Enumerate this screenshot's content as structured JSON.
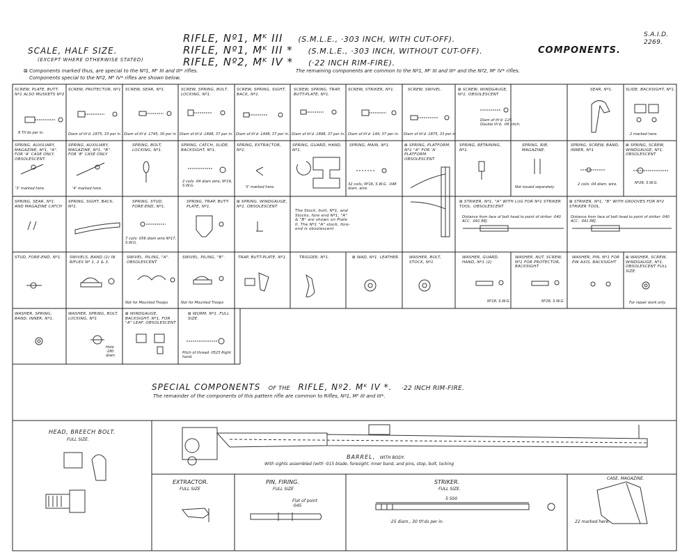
{
  "header": {
    "scale": "SCALE, HALF SIZE.",
    "scale_note": "(EXCEPT WHERE OTHERWISE STATED)",
    "title1": "RIFLE, Nº1, Mᴷ III",
    "title1_sub": "(S.M.L.E., ·303 INCH, WITH CUT-OFF).",
    "title2": "RIFLE, Nº1, Mᴷ III *",
    "title2_sub": "(S.M.L.E., ·303 INCH, WITHOUT CUT-OFF).",
    "title3": "RIFLE, Nº2, Mᴷ IV *",
    "title3_sub": "(·22 INCH RIM-FIRE).",
    "components": "COMPONENTS.",
    "said": "S.A.I.D.",
    "number": "2269.",
    "note1": "⊠ Components marked thus, are special to the Nº1, Mᴷ III and III* rifles.",
    "note1b": "The remaining components are common to the Nº1, Mᴷ III and III* and the Nº2, Mᴷ IV* rifles.",
    "note2": "Components special to the Nº2, Mᴷ IV* rifles are shown below."
  },
  "grid_rows": [
    [
      {
        "label": "SCREW, PLATE, BUTT, Nº1 also Muskets Nº2",
        "note": "8 Th'ds per in."
      },
      {
        "label": "SCREW, PROTECTOR, Nº1",
        "note": "Diam of th'd ·1875, 33 per in"
      },
      {
        "label": "SCREW, SEAR, Nº1.",
        "note": "Diam of th'd ·1745, 30 per in"
      },
      {
        "label": "SCREW, SPRING, BOLT, LOCKING, Nº1.",
        "note": "Diam of th'd ·1698, 37 per in."
      },
      {
        "label": "SCREW, SPRING, SIGHT, BACK, Nº1.",
        "note": "Diam of th'd ·1448, 37 per in."
      },
      {
        "label": "SCREW, SPRING, TRAP, BUTT-PLATE, Nº1.",
        "note": "Diam of th'd ·1698, 37 per in."
      },
      {
        "label": "SCREW, STRIKER, Nº1.",
        "note": "Diam of th'd ·144, 37 per in."
      },
      {
        "label": "SCREW, SWIVEL.",
        "note": "Diam of th'd ·1875, 33 per in"
      },
      {
        "label": "⊠ SCREW, WINDGAUGE, Nº1. Obsolescent",
        "note": "Diam of th'd ·125. Double th'd, ·06 pitch."
      },
      {
        "label": "",
        "note": ""
      },
      {
        "label": "SEAR, Nº1.",
        "note": ""
      },
      {
        "label": "SLIDE, BACKSIGHT, Nº1.",
        "note": "2 marked here."
      }
    ],
    [
      {
        "label": "SPRING, AUXILIARY, MAGAZINE, Nº1, \"A\". For 'A' case only. Obsolescent.",
        "note": "'3' marked here."
      },
      {
        "label": "SPRING, AUXILIARY, MAGAZINE, Nº1, \"B\". For 'B' case only",
        "note": "'4' marked here."
      },
      {
        "label": "SPRING, BOLT, LOCKING, Nº1.",
        "note": ""
      },
      {
        "label": "SPRING, CATCH, SLIDE, BACKSIGHT, Nº1.",
        "note": "2 coils ·04 diam wire, Nº19, S.W.G."
      },
      {
        "label": "SPRING, EXTRACTOR, Nº1.",
        "note": "'3' marked here."
      },
      {
        "label": "SPRING, GUARD, HAND, Nº1.",
        "note": ""
      },
      {
        "label": "SPRING, MAIN, Nº1.",
        "note": "32 coils, Nº16, S.W.G. ·048 diam. wire."
      },
      {
        "label": "⊠ SPRING, PLATFORM, Nº1 \"A\" For 'A' platform. Obsolescent",
        "note": ""
      },
      {
        "label": "SPRING, RETAINING, Nº1.",
        "note": ""
      },
      {
        "label": "SPRING, RIB, MAGAZINE.",
        "note": "Not issued separately"
      },
      {
        "label": "SPRING, SCREW, BAND, INNER, Nº1",
        "note": "2 coils ·04 diam. wire."
      },
      {
        "label": "⊠ SPRING, SCREW, WINDGAUGE, Nº1. Obsolescent",
        "note": "Nº26, S.W.G."
      }
    ],
    [
      {
        "label": "SPRING, SEAR, Nº1. and magazine catch",
        "note": ""
      },
      {
        "label": "SPRING, SIGHT, BACK, Nº1.",
        "note": ""
      },
      {
        "label": "SPRING, STUD, FORE-END, Nº1.",
        "note": "7 coils ·056 diam wire Nº17, S.W.G."
      },
      {
        "label": "SPRING, TRAP, BUTT-PLATE, Nº1.",
        "note": ""
      },
      {
        "label": "⊠ SPRING, WINDGAUGE, Nº1. Obsolescent",
        "note": ""
      },
      {
        "label": "The Stock, butt, Nº1, and Stocks, fore end Nº1, \"A\" & \"B\" are shown on Plate II. The Nº1 \"A\" stock, fore-end is obsolescent",
        "note": ""
      },
      {
        "label": "⊠ STRIKER, Nº1, \"A\" With lug for Nº1 striker tool. Obsolescent",
        "note": "Distance from face of bolt head to point of striker ·040 ACC. ·041 REJ."
      },
      {
        "label": "⊠ STRIKER, Nº1, \"B\" With grooves for Nº2 striker tool.",
        "note": "Distance from face of bolt head to point of striker ·040 ACC. ·041 REJ."
      }
    ],
    [
      {
        "label": "STUD, FORE-END, Nº1.",
        "note": ""
      },
      {
        "label": "SWIVELS, BAND (2) In Rifles Nº 1, 2 & 3.",
        "note": ""
      },
      {
        "label": "SWIVEL, PILING, \"A\". Obsolescent",
        "note": "Not for Mounted Troops"
      },
      {
        "label": "SWIVEL, PILING, \"B\".",
        "note": "Not for Mounted Troops"
      },
      {
        "label": "TRAP, BUTT-PLATE, Nº1.",
        "note": ""
      },
      {
        "label": "TRIGGER, Nº1.",
        "note": ""
      },
      {
        "label": "⊠ WAD, Nº1. Leather.",
        "note": ""
      },
      {
        "label": "WASHER, BOLT, STOCK, Nº1",
        "note": ""
      },
      {
        "label": "WASHER, GUARD, HAND, Nº1 (2)",
        "note": "Nº18, S.W.G."
      },
      {
        "label": "WASHER, NUT, SCREW, Nº1 For Protector, backsight",
        "note": "Nº26, S.W.G."
      },
      {
        "label": "WASHER, PIN, Nº1 For Pin axis, backsight",
        "note": ""
      },
      {
        "label": "⊠ WASHER, SCREW, WINDGAUGE, Nº1. Obsolescent Full Size.",
        "note": "For repair work only"
      }
    ],
    [
      {
        "label": "WASHER, SPRING, BAND, INNER, Nº1.",
        "note": ""
      },
      {
        "label": "WASHER, SPRING, BOLT, LOCKING, Nº1",
        "note": "Hole ·180 diam"
      },
      {
        "label": "⊠ WINDGAUGE, BACKSIGHT, Nº1, for \"A\" leaf. Obsolescent",
        "note": ""
      },
      {
        "label": "⊠ WORM, Nº1. Full size.",
        "note": "Pitch of thread ·0525 Right hand."
      }
    ]
  ],
  "special": {
    "title_a": "SPECIAL COMPONENTS",
    "title_of": "OF THE",
    "title_b": "RIFLE, Nº2. Mᴷ IV *.",
    "title_c": "·22 INCH RIM-FIRE.",
    "subtitle": "The remainder of the components of this pattern rifle are common to Rifles, Nº1, Mᴷ III and III*."
  },
  "bottom": {
    "head_title": "HEAD, BREECH BOLT.",
    "head_sub": "FULL SIZE.",
    "barrel_title": "BARREL,",
    "barrel_with": "WITH BODY.",
    "barrel_note": "With sights assembled (with ·015 blade, foresight, inner band, and pins, stop, bolt, locking",
    "extractor_title": "EXTRACTOR.",
    "extractor_sub": "FULL SIZE",
    "pin_title": "PIN, FIRING.",
    "pin_sub": "FULL SIZE",
    "pin_note": "Flat of point ·045",
    "striker_title": "STRIKER.",
    "striker_sub": "FULL SIZE.",
    "striker_dim": "5·500",
    "striker_note": "·25 diam., 30 th'ds per in.",
    "case_title": "CASE, MAGAZINE.",
    "case_note": "22 marked here."
  }
}
